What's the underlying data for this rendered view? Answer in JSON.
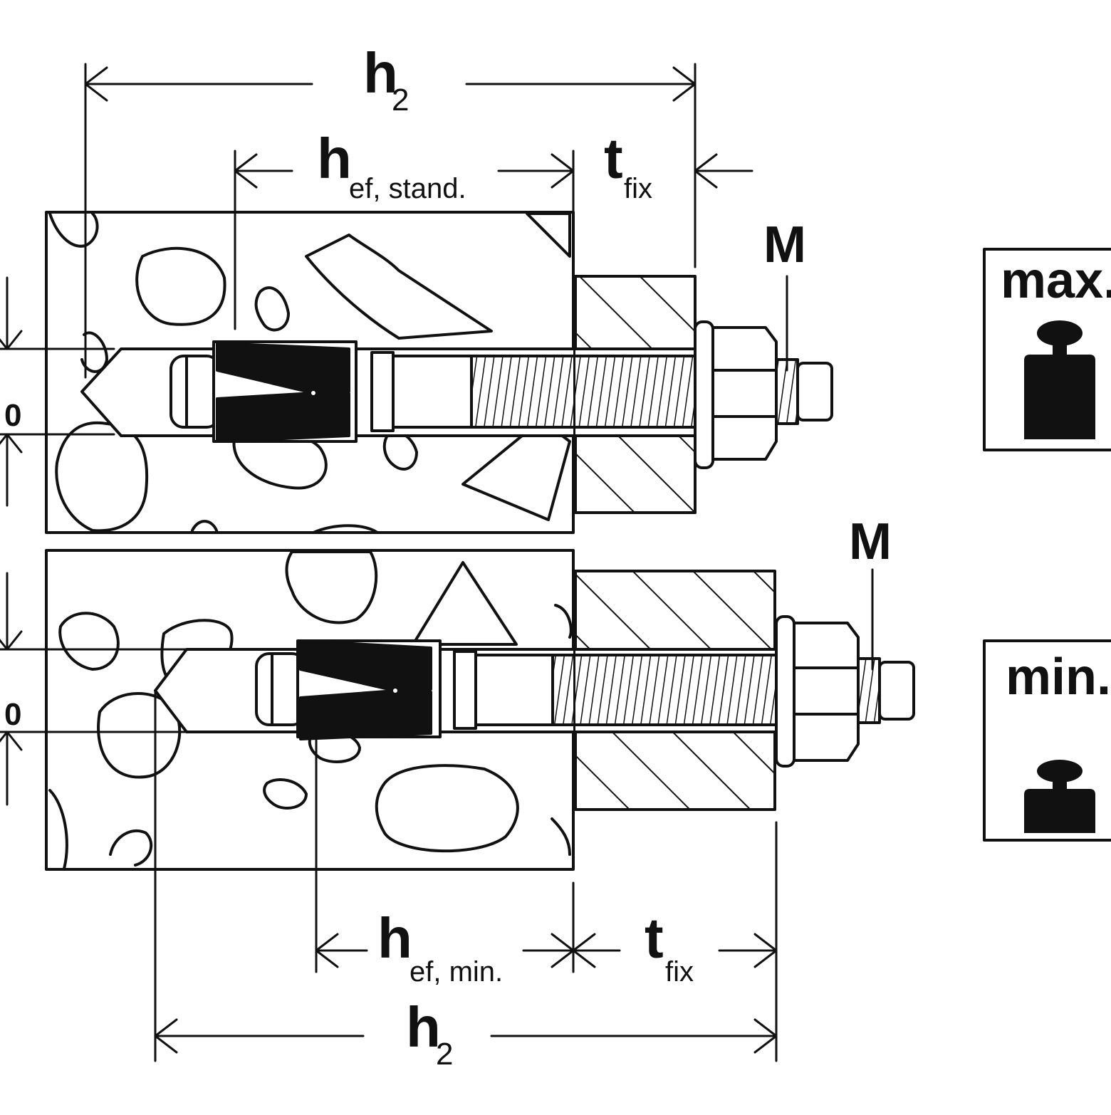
{
  "top_diagram": {
    "dim_overall": {
      "main": "h",
      "sub": "2"
    },
    "dim_embed": {
      "main": "h",
      "sub": "ef, stand."
    },
    "dim_fixture": {
      "main": "t",
      "sub": "fix"
    },
    "thread_label": "M",
    "side_label": "0"
  },
  "bottom_diagram": {
    "dim_overall": {
      "main": "h",
      "sub": "2"
    },
    "dim_embed": {
      "main": "h",
      "sub": "ef, min."
    },
    "dim_fixture": {
      "main": "t",
      "sub": "fix"
    },
    "thread_label": "M",
    "side_label": "0"
  },
  "legend": {
    "max_label": "max.",
    "min_label": "min.",
    "max_icon": "weight-heavy-icon",
    "min_icon": "weight-light-icon"
  },
  "colors": {
    "ink": "#111111",
    "paper": "#ffffff"
  }
}
